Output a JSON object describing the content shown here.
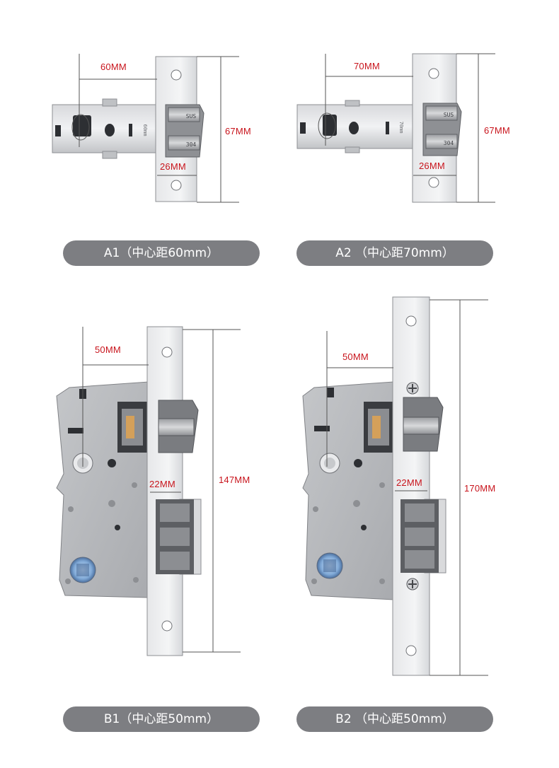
{
  "products": [
    {
      "id": "a1",
      "caption": "A1（中心距60mm）",
      "backset": "60MM",
      "width": "26MM",
      "height": "67MM"
    },
    {
      "id": "a2",
      "caption": "A2 （中心距70mm）",
      "backset": "70MM",
      "width": "26MM",
      "height": "67MM"
    },
    {
      "id": "b1",
      "caption": "B1（中心距50mm）",
      "backset": "50MM",
      "deadbolt": "22MM",
      "height": "147MM"
    },
    {
      "id": "b2",
      "caption": "B2 （中心距50mm）",
      "backset": "50MM",
      "deadbolt": "22MM",
      "height": "170MM"
    }
  ],
  "stamps": {
    "steel": "SUS",
    "grade": "304",
    "size_a1": "60mm",
    "size_a2": "70mm"
  },
  "colors": {
    "dimension_text": "#c8141c",
    "caption_bg": "#7d7e82",
    "caption_text": "#ffffff",
    "dimension_line": "#555555"
  }
}
